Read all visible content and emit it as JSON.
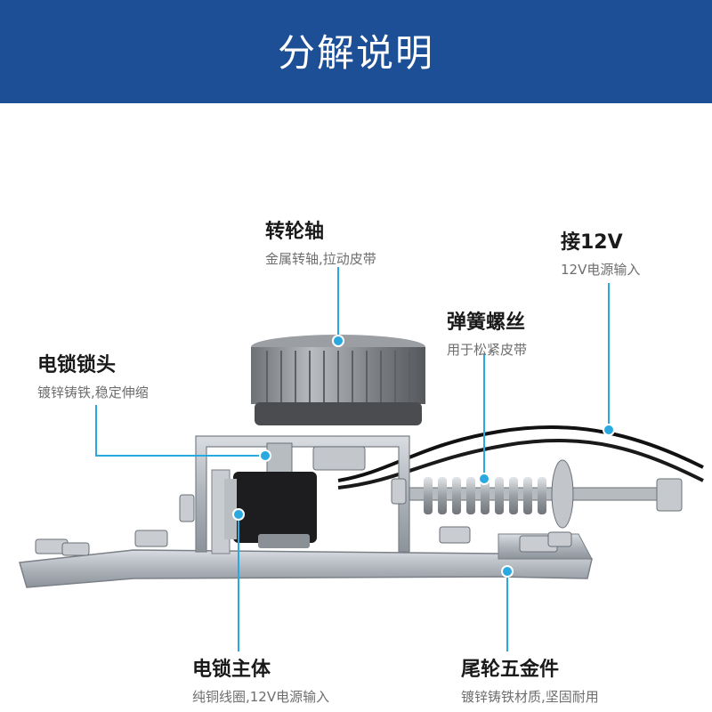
{
  "header": {
    "title": "分解说明"
  },
  "callouts": [
    {
      "title": "转轮轴",
      "subtitle": "金属转轴,拉动皮带"
    },
    {
      "title": "接12V",
      "subtitle": "12V电源输入"
    },
    {
      "title": "弹簧螺丝",
      "subtitle": "用于松紧皮带"
    },
    {
      "title": "电锁锁头",
      "subtitle": "镀锌铸铁,稳定伸缩"
    },
    {
      "title": "电锁主体",
      "subtitle": "纯铜线圈,12V电源输入"
    },
    {
      "title": "尾轮五金件",
      "subtitle": "镀锌铸铁材质,坚固耐用"
    }
  ],
  "colors": {
    "banner": "#1d4f96",
    "callout_line": "#2aa8e0"
  }
}
